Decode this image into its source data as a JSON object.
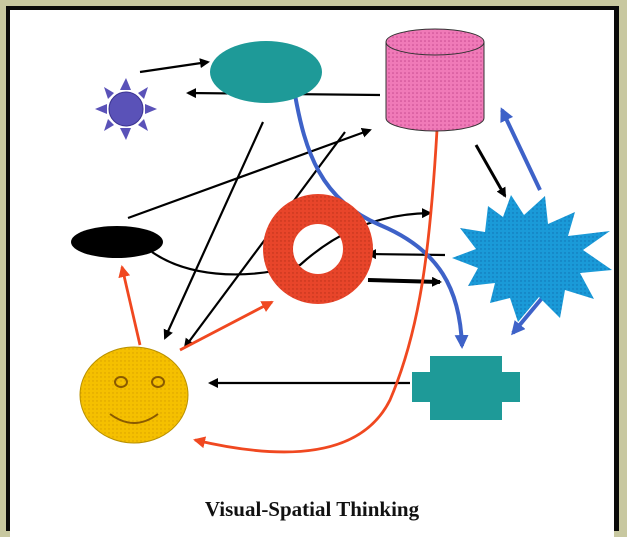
{
  "caption": "Visual-Spatial Thinking",
  "colors": {
    "outer_frame": "#c8c8a0",
    "border": "#0a0a0a",
    "background": "#ffffff",
    "teal": "#1e9a98",
    "pink": "#f07ab8",
    "purple_sun": "#5a52b8",
    "burst_blue": "#1a9ad8",
    "ring_red": "#e8452a",
    "face_yellow": "#f5c000",
    "arrow_black": "#000000",
    "arrow_red": "#f04820",
    "arrow_blue": "#3e62c8"
  },
  "shapes": [
    "teal-ellipse",
    "pink-cylinder",
    "purple-sun",
    "black-ellipse",
    "red-ring",
    "blue-starburst",
    "smiley-face",
    "teal-cross"
  ]
}
